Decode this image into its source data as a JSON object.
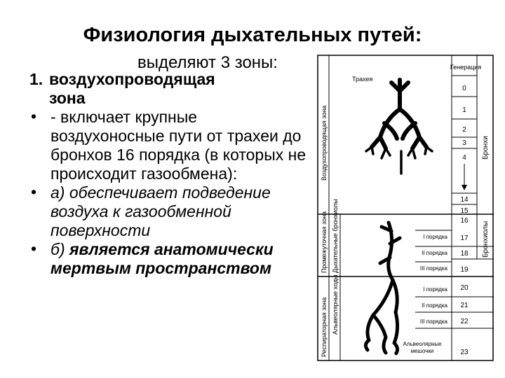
{
  "slide": {
    "title": "Физиология дыхательных путей:",
    "subtitle": "выделяют 3 зоны:",
    "heading_number": "1.",
    "heading_line1": "воздухопроводящая",
    "heading_line2": "зона",
    "bullet_char": "•",
    "bullet1": "- включает крупные воздухоносные пути от трахеи до бронхов 16 порядка (в которых не происходит газообмена):",
    "bullet2": "а) обеспечивает подведение воздуха к газообменной поверхности",
    "bullet3_prefix": "б) ",
    "bullet3_bold": "является анатомически мертвым пространством"
  },
  "diagram": {
    "generation_header": "Генерация",
    "generations": [
      "0",
      "1",
      "2",
      "3",
      "4",
      "14",
      "15",
      "16",
      "17",
      "18",
      "19",
      "20",
      "21",
      "22",
      "23"
    ],
    "zone_conducting": "Воздухопроводящая зона",
    "zone_transitional": "Промежуточная зона",
    "zone_respiratory": "Респираторная зона",
    "bronchi_label": "Бронхи",
    "bronchioles_label": "Бронхиолы",
    "resp_bronchioles_label": "Дыхательные бронхиолы",
    "alveolar_ducts_label": "Альвеолярные ходы",
    "trachea_label": "Трахея",
    "order_labels": [
      "I порядка",
      "II порядка",
      "III порядка",
      "I порядка",
      "II порядка",
      "III порядка"
    ],
    "alveolar_sacs_line1": "Альвеолярные",
    "alveolar_sacs_line2": "мешочки"
  }
}
